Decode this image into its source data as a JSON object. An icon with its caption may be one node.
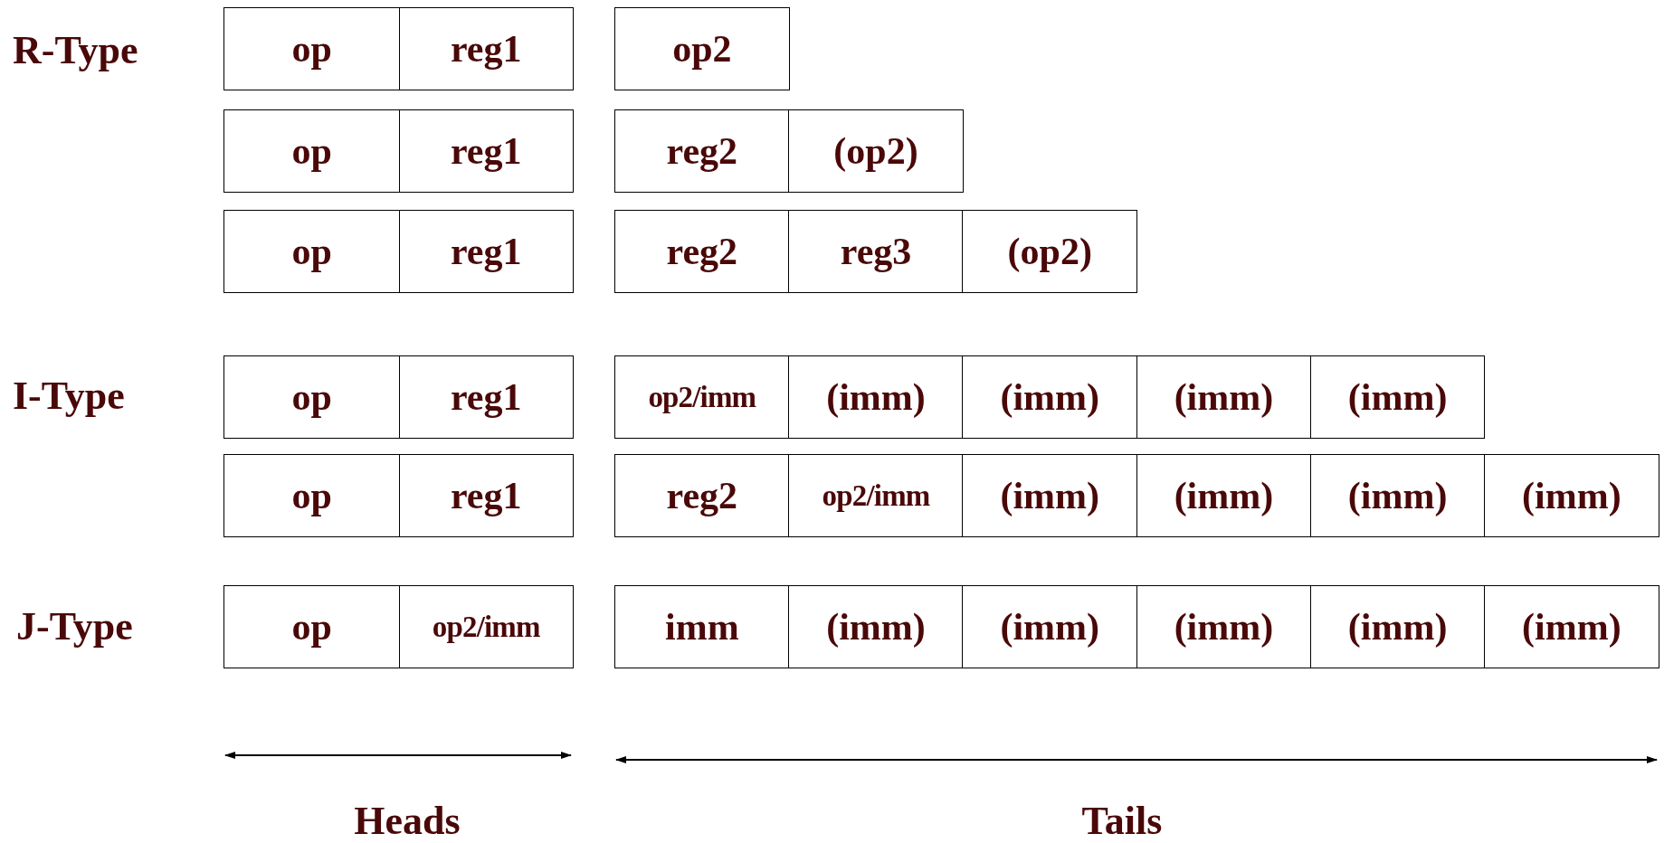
{
  "diagram": {
    "nodes": [
      {
        "text": [
          "op"
        ]
      },
      {
        "text": [
          "reg1"
        ]
      },
      {
        "text": [
          "op2"
        ]
      },
      {
        "text": [
          "op"
        ]
      },
      {
        "text": [
          "reg1"
        ]
      },
      {
        "text": [
          "reg2"
        ]
      },
      {
        "text": [
          "(op2)"
        ]
      },
      {
        "text": [
          "op"
        ]
      },
      {
        "text": [
          "reg1"
        ]
      },
      {
        "text": [
          "reg2"
        ]
      },
      {
        "text": [
          "reg3"
        ]
      },
      {
        "text": [
          "(op2)"
        ]
      },
      {
        "text": [
          "op"
        ]
      },
      {
        "text": [
          "reg1"
        ]
      },
      {
        "text": [
          "op2/imm"
        ]
      },
      {
        "text": [
          "(imm)"
        ]
      },
      {
        "text": [
          "(imm)"
        ]
      },
      {
        "text": [
          "(imm)"
        ]
      },
      {
        "text": [
          "(imm)"
        ]
      },
      {
        "text": [
          "op"
        ]
      },
      {
        "text": [
          "reg1"
        ]
      },
      {
        "text": [
          "reg2"
        ]
      },
      {
        "text": [
          "op2/imm"
        ]
      },
      {
        "text": [
          "(imm)"
        ]
      },
      {
        "text": [
          "(imm)"
        ]
      },
      {
        "text": [
          "(imm)"
        ]
      },
      {
        "text": [
          "(imm)"
        ]
      },
      {
        "text": [
          "op"
        ]
      },
      {
        "text": [
          "op2/imm"
        ]
      },
      {
        "text": [
          "imm"
        ]
      },
      {
        "text": [
          "(imm)"
        ]
      },
      {
        "text": [
          "(imm)"
        ]
      },
      {
        "text": [
          "(imm)"
        ]
      },
      {
        "text": [
          "(imm)"
        ]
      },
      {
        "text": [
          "(imm)"
        ]
      }
    ],
    "labels": [
      "R-Type",
      "I-Type",
      "J-Type",
      "Heads",
      "Tails"
    ]
  }
}
